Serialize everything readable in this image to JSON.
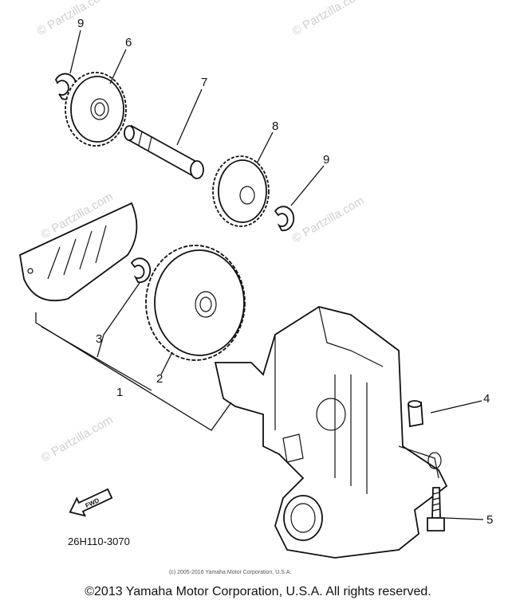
{
  "watermark": "© Partzilla.com",
  "callouts": {
    "n9a": "9",
    "n6": "6",
    "n7": "7",
    "n8": "8",
    "n9b": "9",
    "n3": "3",
    "n2": "2",
    "n1": "1",
    "n4": "4",
    "n5": "5"
  },
  "fwd_label": "FWD",
  "part_code": "26H110-3070",
  "small_copyright": "(c) 2005-2016 Yamaha Motor Corporation, U.S.A.",
  "footer": "©2013 Yamaha Motor Corporation, U.S.A. All rights reserved."
}
